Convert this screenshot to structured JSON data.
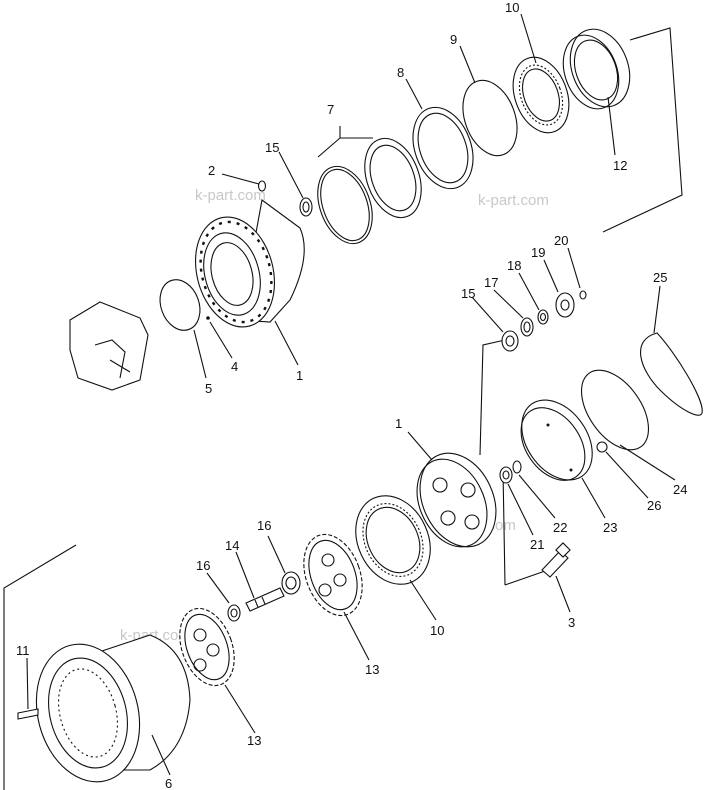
{
  "watermark": "k-part.com",
  "labels": {
    "l1a": "1",
    "l1b": "1",
    "l2": "2",
    "l3": "3",
    "l4": "4",
    "l5": "5",
    "l6": "6",
    "l7": "7",
    "l8": "8",
    "l9": "9",
    "l10a": "10",
    "l10b": "10",
    "l11": "11",
    "l12": "12",
    "l13a": "13",
    "l13b": "13",
    "l14": "14",
    "l15a": "15",
    "l15b": "15",
    "l16a": "16",
    "l16b": "16",
    "l17": "17",
    "l18": "18",
    "l19": "19",
    "l20": "20",
    "l21": "21",
    "l22": "22",
    "l23": "23",
    "l24": "24",
    "l25": "25",
    "l26": "26"
  }
}
